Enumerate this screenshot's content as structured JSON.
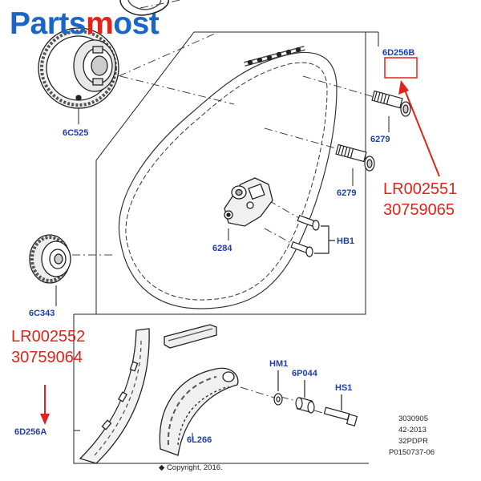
{
  "brand": {
    "part1": "Parts",
    "part2": "m",
    "part3": "ost",
    "colors": {
      "blue": "#1a66c7",
      "red": "#e2231a"
    }
  },
  "callouts": {
    "gear_top": "6C525",
    "guide_top": "6D256B",
    "bolt_upper": "6279",
    "bolt_lower": "6279",
    "tensioner": "6284",
    "hb1": "HB1",
    "sprocket": "6C343",
    "guide_left": "6D256A",
    "hm1": "HM1",
    "p044": "6P044",
    "hs1": "HS1",
    "guide_tensioner": "6L266"
  },
  "part_numbers": {
    "right": {
      "line1": "LR002551",
      "line2": "30759065"
    },
    "left": {
      "line1": "LR002552",
      "line2": "30759064"
    },
    "color": "#e0241b"
  },
  "reference": {
    "line1": "3030905",
    "line2": "42-2013",
    "line3": "32PDPR",
    "line4": "P0150737-06"
  },
  "copyright": "◆ Copyright, 2016."
}
